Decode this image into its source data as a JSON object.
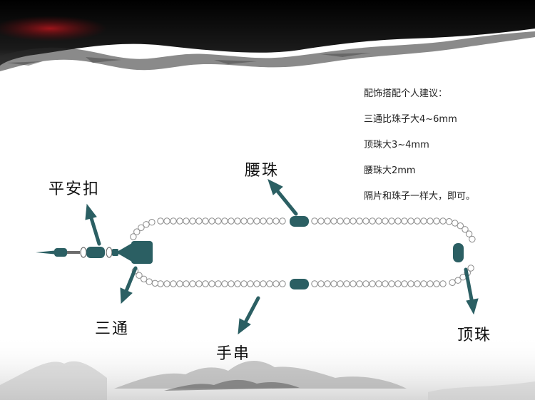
{
  "labels": {
    "waist_bead": "腰珠",
    "safety_clasp": "平安扣",
    "three_way": "三通",
    "bracelet": "手串",
    "top_bead": "顶珠"
  },
  "notes": [
    "配饰搭配个人建议：",
    "三通比珠子大4~6mm",
    "顶珠大3~4mm",
    "腰珠大2mm",
    "隔片和珠子一样大，即可。"
  ],
  "colors": {
    "accent": "#2b5f63",
    "accent_dark": "#1e4a4d",
    "banner_red": "#8a0f14",
    "bead_outline": "#8a8a8a"
  }
}
